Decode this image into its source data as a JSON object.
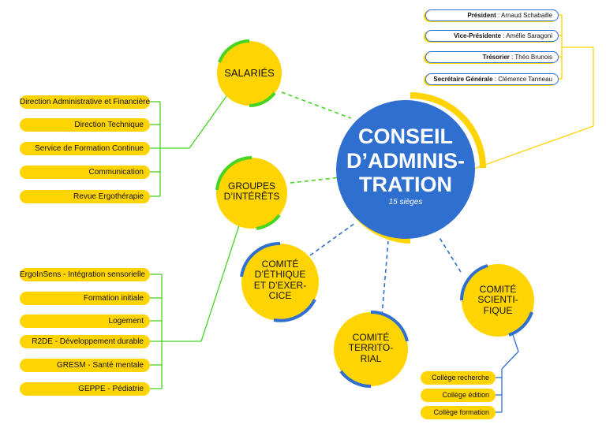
{
  "central": {
    "title_lines": [
      "CONSEIL",
      "D’ADMINIS-",
      "TRATION"
    ],
    "subtitle": "15 sièges"
  },
  "nodes": {
    "salaries": [
      "SALARIÉS"
    ],
    "groupes": [
      "GROUPES",
      "D’INTÉRÊTS"
    ],
    "ethique": [
      "COMITÉ",
      "D’ÉTHIQUE",
      "ET D’EXER-",
      "CICE"
    ],
    "territorial": [
      "COMITÉ",
      "TERRITO-",
      "RIAL"
    ],
    "scientifique": [
      "COMITÉ",
      "SCIENTI-",
      "FIQUE"
    ]
  },
  "bureau": [
    {
      "role": "Président",
      "name": " : Arnaud Schabaille"
    },
    {
      "role": "Vice-Présidente",
      "name": " : Amélie Saragoni"
    },
    {
      "role": "Trésorier",
      "name": " : Théo Brunois"
    },
    {
      "role": "Secrétaire Générale",
      "name": " : Clémence Tanneau"
    }
  ],
  "salaries_items": [
    "Direction Administrative et Financière",
    "Direction Technique",
    "Service de Formation Continue",
    "Communication",
    "Revue Ergothérapie"
  ],
  "groupes_items": [
    "ErgoInSens - Intégration sensorielle",
    "Formation initiale",
    "Logement",
    "R2DE - Développement durable",
    "GRESM - Santé mentale",
    "GEPPE - Pédiatrie"
  ],
  "college_items": [
    "Collège recherche",
    "Collège édition",
    "Collège formation"
  ],
  "colors": {
    "yellow": "#ffd400",
    "blue": "#2f6fd0",
    "green": "#46d420",
    "dash_green": "#46d420",
    "dash_blue": "#2f6fd0",
    "central_blue": "#2f6fd0"
  }
}
